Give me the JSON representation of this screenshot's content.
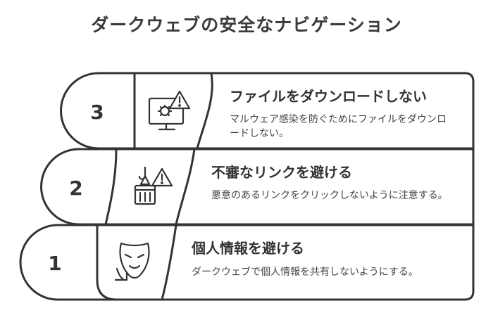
{
  "title": "ダークウェブの安全なナビゲーション",
  "steps": [
    {
      "number": "3",
      "title": "ファイルをダウンロードしない",
      "description": "マルウェア感染を防ぐためにファイルをダウンロードしない。",
      "icon": "computer-virus-warning-icon"
    },
    {
      "number": "2",
      "title": "不審なリンクを避ける",
      "description": "悪意のあるリンクをクリックしないように注意する。",
      "icon": "hook-warning-icon"
    },
    {
      "number": "1",
      "title": "個人情報を避ける",
      "description": "ダークウェブで個人情報を共有しないようにする。",
      "icon": "mask-icon"
    }
  ]
}
